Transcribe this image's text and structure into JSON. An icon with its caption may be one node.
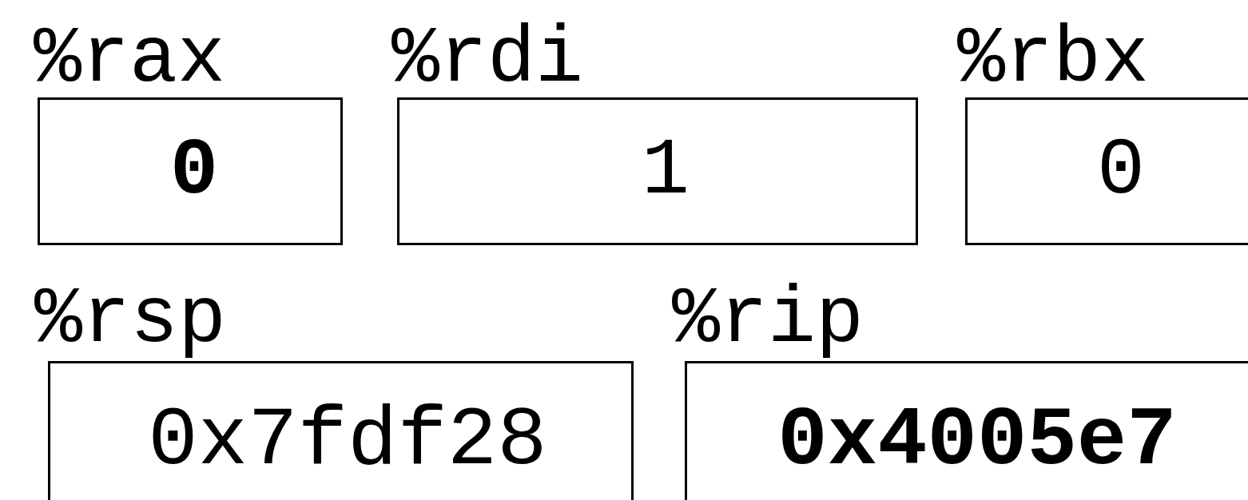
{
  "diagram": {
    "nodes": [
      {
        "text": [
          "%rax",
          "0"
        ]
      },
      {
        "text": [
          "%rdi",
          "1"
        ]
      },
      {
        "text": [
          "%rbx",
          "0"
        ]
      },
      {
        "text": [
          "%rsp",
          "0x7fdf28"
        ]
      },
      {
        "text": [
          "%rip",
          "0x4005e7"
        ]
      }
    ]
  }
}
